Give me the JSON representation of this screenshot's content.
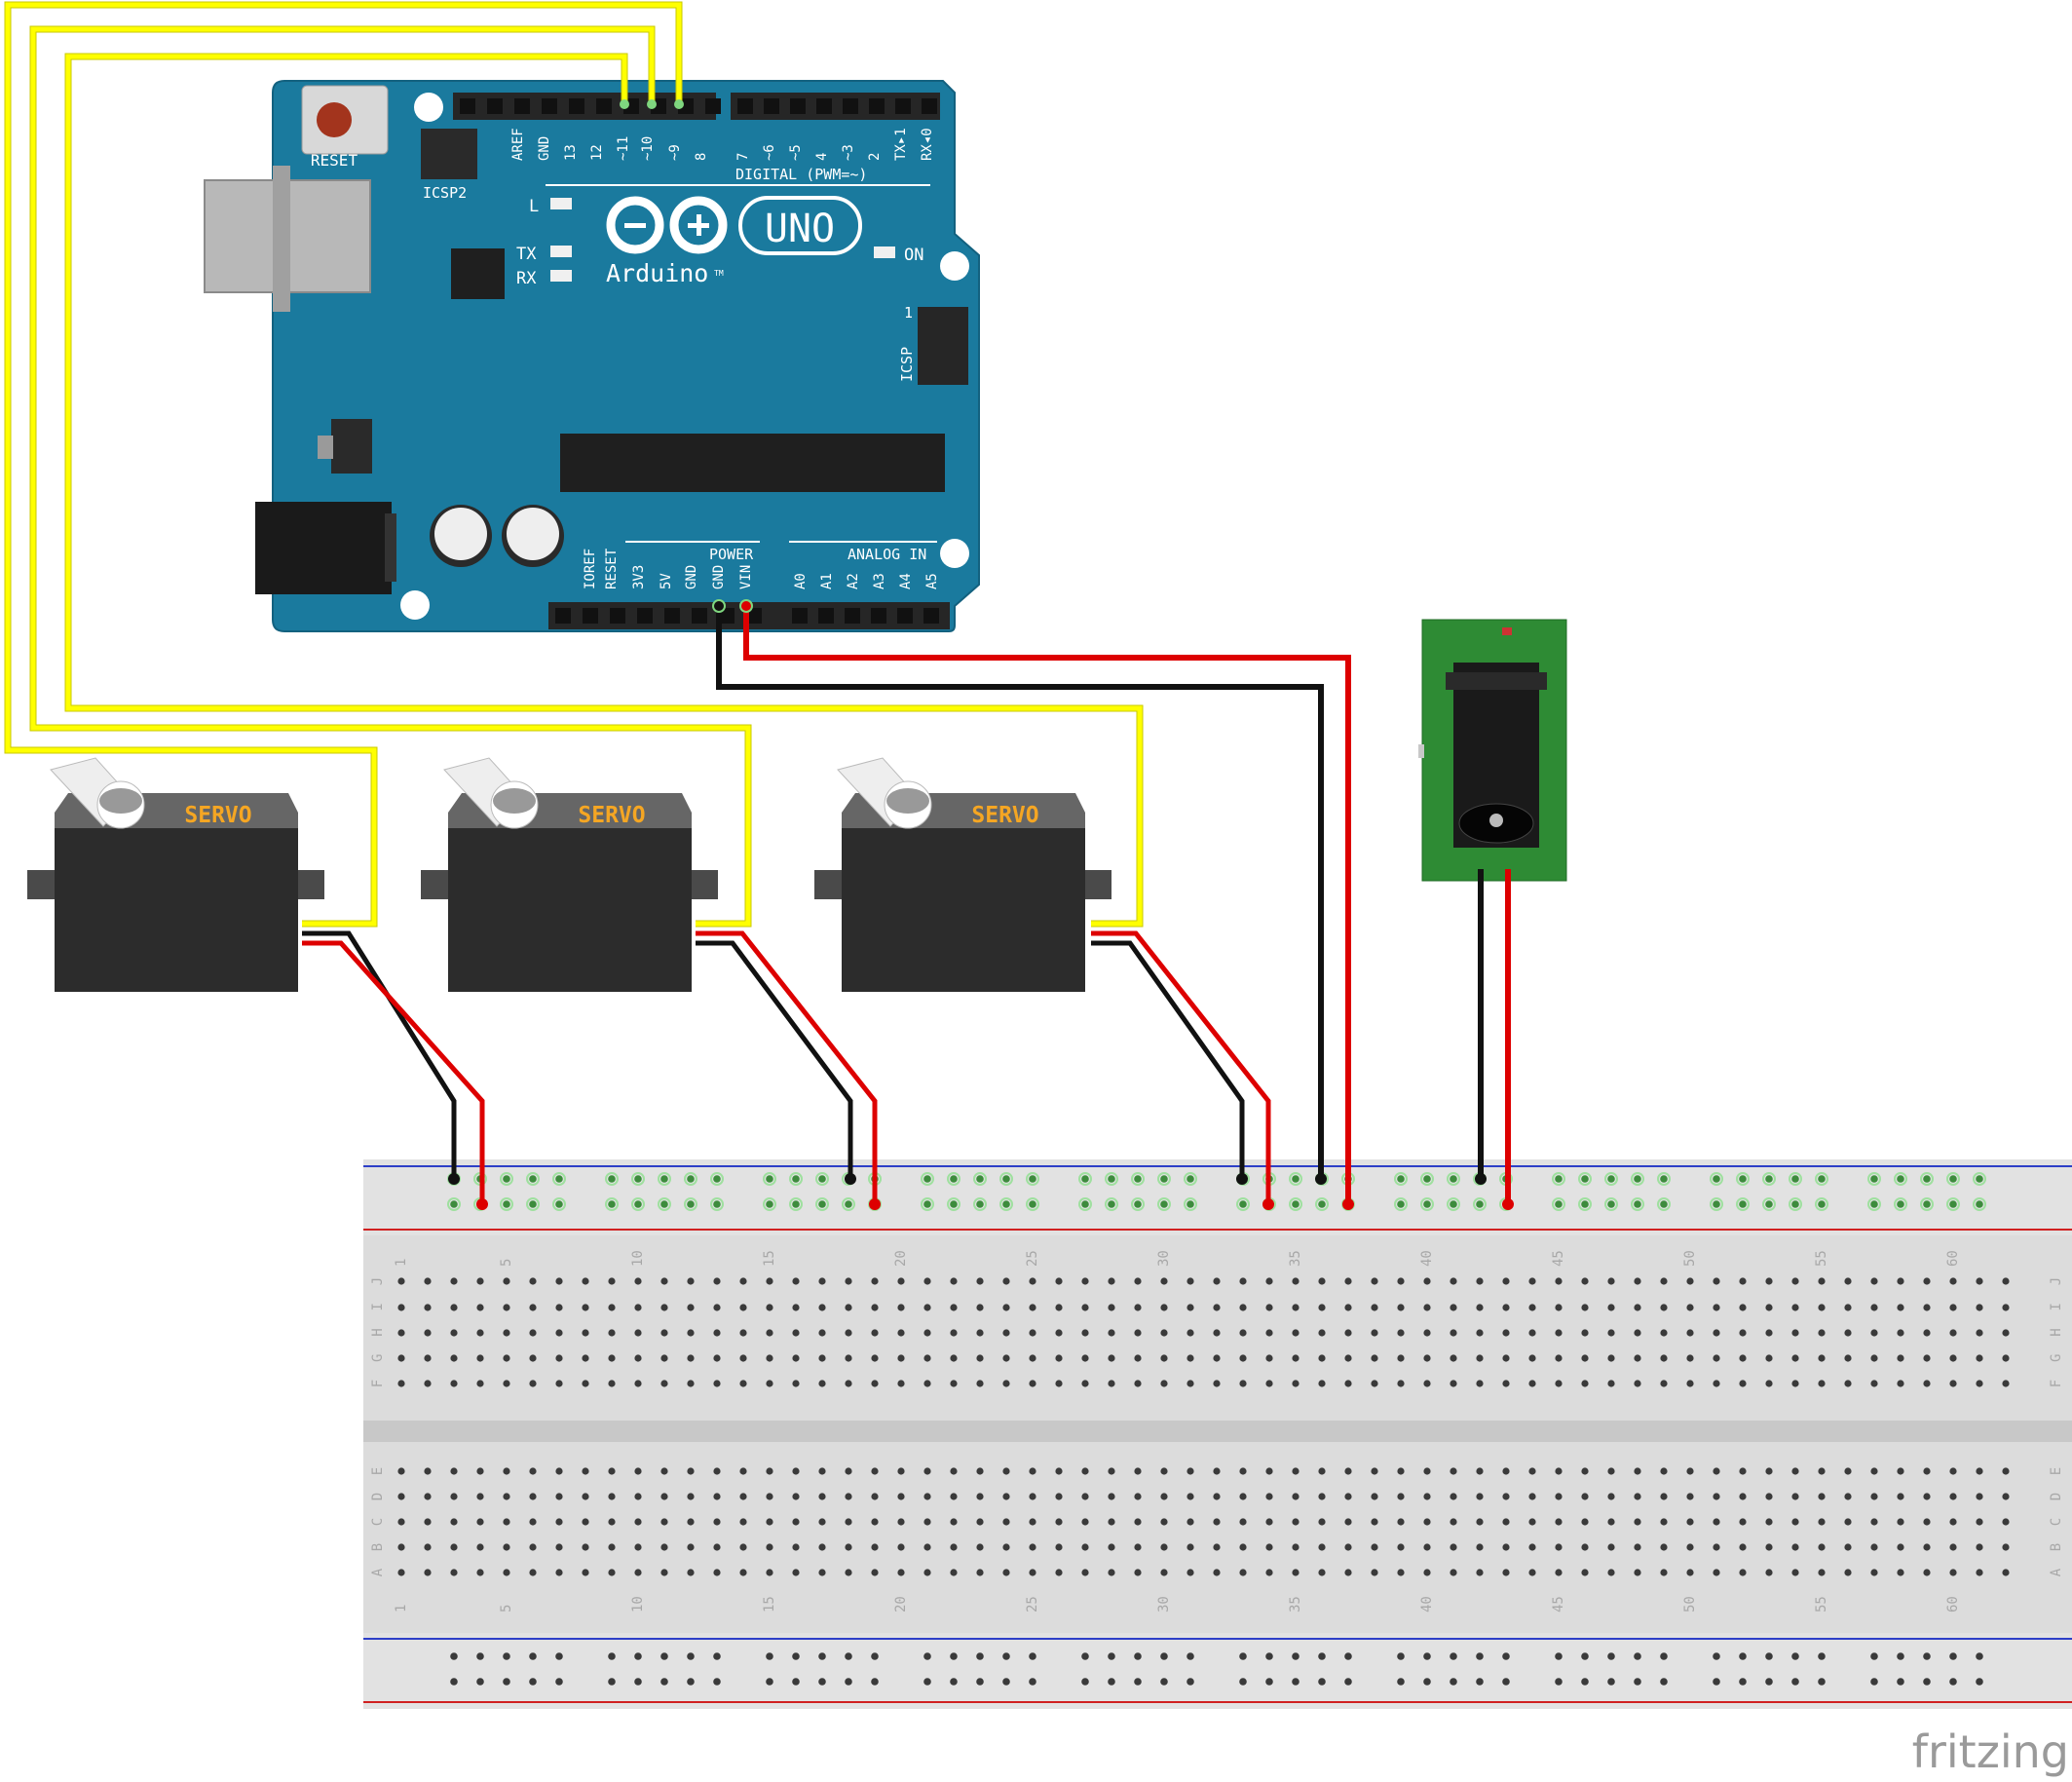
{
  "arduino": {
    "reset_label": "RESET",
    "icsp2_label": "ICSP2",
    "icsp_label": "ICSP",
    "icsp_pin1": "1",
    "digital_label": "DIGITAL (PWM=~)",
    "uno_label": "UNO",
    "brand_label": "Arduino",
    "tm_label": "TM",
    "led_l": "L",
    "led_tx": "TX",
    "led_rx": "RX",
    "led_on": "ON",
    "power_label": "POWER",
    "analog_label": "ANALOG IN",
    "top_pins": [
      "AREF",
      "GND",
      "13",
      "12",
      "~11",
      "~10",
      "~9",
      "8",
      "7",
      "~6",
      "~5",
      "4",
      "~3",
      "2",
      "TX▸1",
      "RX◂0"
    ],
    "power_pins": [
      "IOREF",
      "RESET",
      "3V3",
      "5V",
      "GND",
      "GND",
      "VIN"
    ],
    "analog_pins": [
      "A0",
      "A1",
      "A2",
      "A3",
      "A4",
      "A5"
    ]
  },
  "servos": [
    {
      "label": "SERVO"
    },
    {
      "label": "SERVO"
    },
    {
      "label": "SERVO"
    }
  ],
  "breadboard": {
    "row_letters_top": [
      "J",
      "I",
      "H",
      "G",
      "F"
    ],
    "row_letters_bottom": [
      "E",
      "D",
      "C",
      "B",
      "A"
    ],
    "column_numbers": [
      "1",
      "5",
      "10",
      "15",
      "20",
      "25",
      "30",
      "35",
      "40",
      "45",
      "50",
      "55",
      "60"
    ]
  },
  "watermark": "fritzing",
  "colors": {
    "arduino_board": "#1a7a9e",
    "signal_wire": "#ffff00",
    "power_wire": "#dd0000",
    "ground_wire": "#111111",
    "breadboard": "#dcdcdc",
    "jack_board": "#2e8b34",
    "servo_label": "#f5a623"
  }
}
